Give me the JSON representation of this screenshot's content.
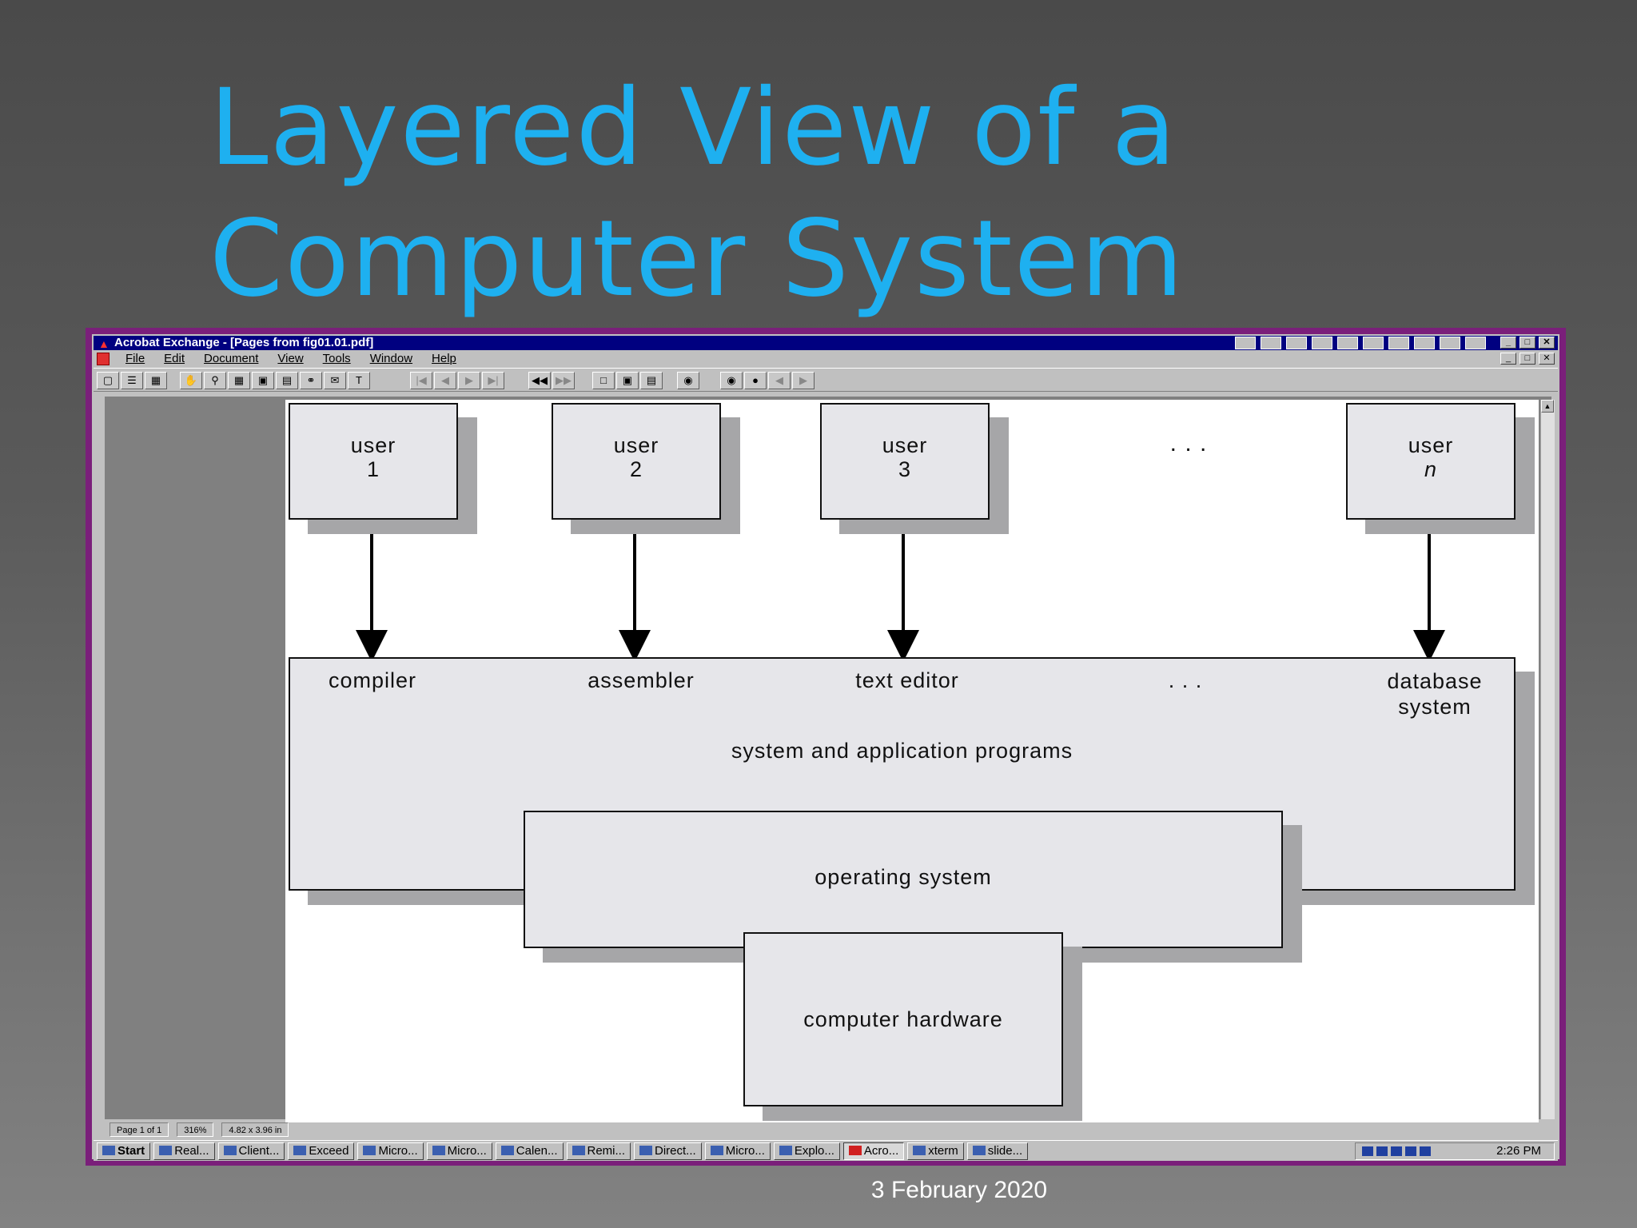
{
  "slide": {
    "title_line1": "Layered View of a",
    "title_line2": "Computer System",
    "footer_date": "3 February 2020"
  },
  "window": {
    "title": "Acrobat Exchange - [Pages from fig01.01.pdf]",
    "menu": [
      "File",
      "Edit",
      "Document",
      "View",
      "Tools",
      "Window",
      "Help"
    ],
    "frame_color": "#7a1f7a",
    "titlebar_color": "#000080"
  },
  "statusbar": {
    "page": "Page 1 of 1",
    "zoom": "316%",
    "size": "4.82 x 3.96 in"
  },
  "taskbar": {
    "start": "Start",
    "items": [
      "Real...",
      "Client...",
      "Exceed",
      "Micro...",
      "Micro...",
      "Calen...",
      "Remi...",
      "Direct...",
      "Micro...",
      "Explo...",
      "Acro...",
      "xterm",
      "slide..."
    ],
    "clock": "2:26 PM"
  },
  "diagram": {
    "users": [
      {
        "word": "user",
        "id": "1"
      },
      {
        "word": "user",
        "id": "2"
      },
      {
        "word": "user",
        "id": "3"
      },
      {
        "word": "user",
        "id": "n"
      }
    ],
    "ellipsis_top": ". . .",
    "programs": [
      "compiler",
      "assembler",
      "text editor",
      "database system"
    ],
    "ellipsis_mid": ". . .",
    "layer_programs": "system and application programs",
    "layer_os": "operating system",
    "layer_hw": "computer hardware"
  }
}
